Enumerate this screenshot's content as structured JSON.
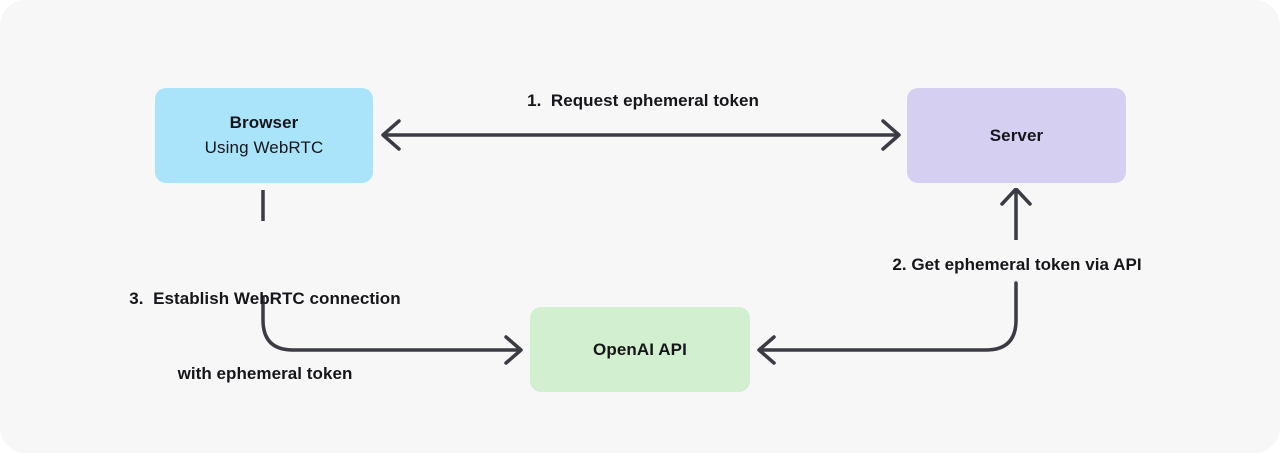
{
  "diagram": {
    "title": "WebRTC ephemeral token flow",
    "background_color": "#f7f7f7",
    "line_color": "#3b3b45",
    "text_color": "#15151a",
    "nodes": [
      {
        "id": "browser",
        "title": "Browser",
        "subtitle": "Using WebRTC",
        "color": "#a9e4fb"
      },
      {
        "id": "server",
        "title": "Server",
        "subtitle": "",
        "color": "#d5cff2"
      },
      {
        "id": "openai",
        "title": "OpenAI API",
        "subtitle": "",
        "color": "#d2f0cf"
      }
    ],
    "edges": [
      {
        "id": "step1",
        "label": "1.  Request ephemeral token",
        "from": "browser",
        "to": "server",
        "direction": "bidirectional"
      },
      {
        "id": "step2",
        "label": "2. Get ephemeral token via API",
        "from": "openai",
        "to": "server",
        "direction": "forward"
      },
      {
        "id": "step3_line1",
        "label": "3.  Establish WebRTC connection",
        "from": "browser",
        "to": "openai",
        "direction": "forward"
      },
      {
        "id": "step3_line2",
        "label": "with ephemeral token",
        "from": "browser",
        "to": "openai",
        "direction": "forward"
      }
    ]
  }
}
